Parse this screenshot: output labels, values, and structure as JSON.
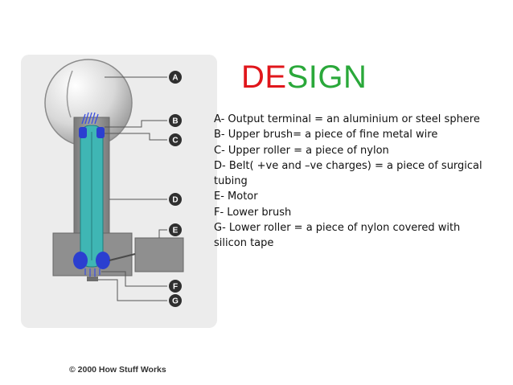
{
  "title": {
    "part1": "DE",
    "part2": "SIGN",
    "color1": "#e0161b",
    "color2": "#2aa83a"
  },
  "diagram": {
    "labels": [
      "A",
      "B",
      "C",
      "D",
      "E",
      "F",
      "G"
    ],
    "credit": "© 2000 How Stuff Works"
  },
  "description": [
    "A- Output terminal = an aluminium or steel sphere",
    "B- Upper brush= a piece of fine metal wire",
    "C- Upper roller = a piece of nylon",
    "D- Belt( +ve and –ve charges) = a piece of surgical tubing",
    "E- Motor",
    "F- Lower brush",
    "G- Lower roller = a piece of nylon covered with silicon tape"
  ],
  "colors": {
    "belt": "#3fb6b4",
    "roller": "#2b3fd0",
    "body": "#8f8f8f",
    "label_disc": "#2f2f2f"
  }
}
